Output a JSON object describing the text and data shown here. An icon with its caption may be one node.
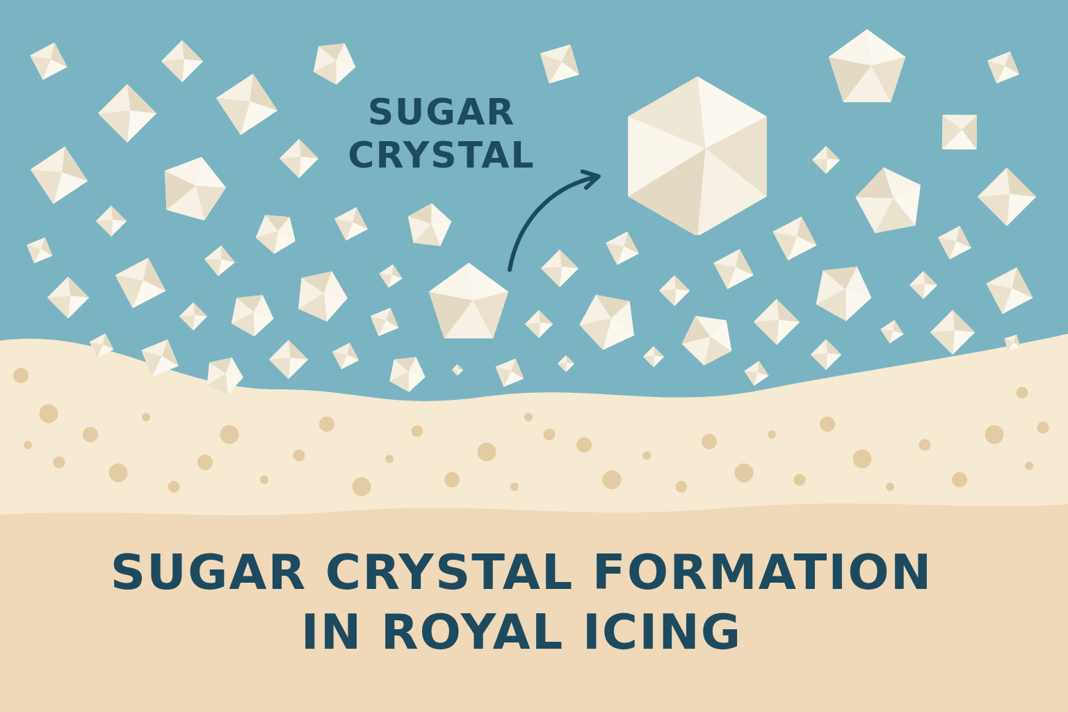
{
  "diagram": {
    "title": "SUGAR CRYSTAL FORMATION IN ROYAL ICING",
    "nodes": [
      {
        "text": [],
        "shape": "picture"
      },
      {
        "text": [],
        "shape": "picture"
      }
    ],
    "edges": [
      {
        "from": 0,
        "to": 1,
        "arrow": "to"
      }
    ],
    "labels": [
      "SUGAR CRYSTAL"
    ]
  }
}
